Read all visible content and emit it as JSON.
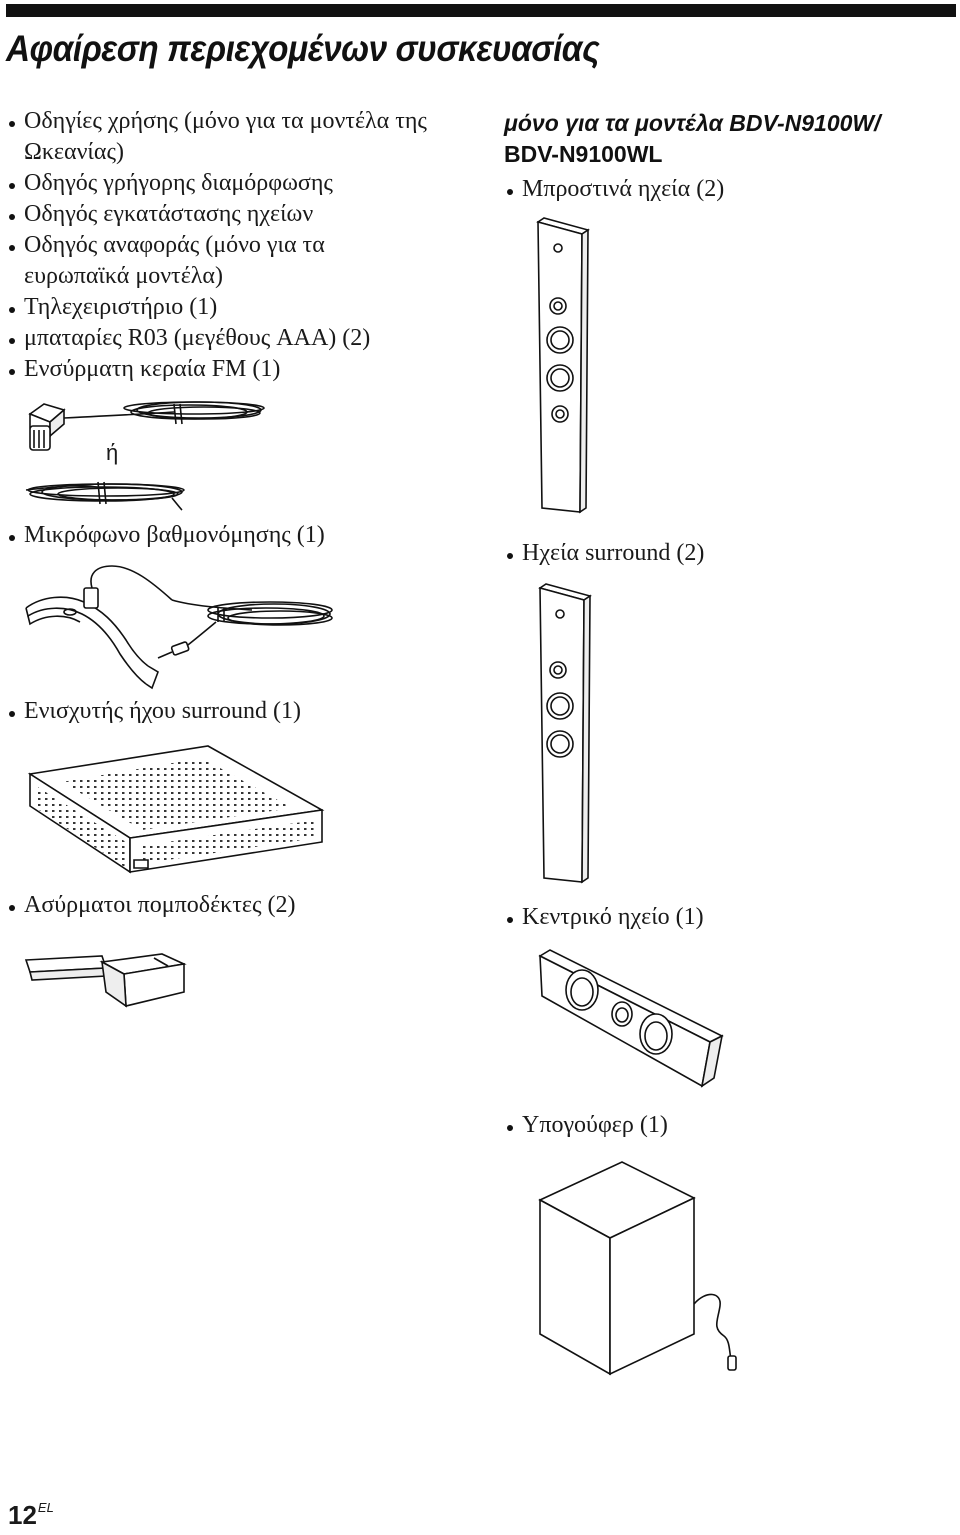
{
  "page": {
    "title": "Αφαίρεση περιεχομένων συσκευασίας",
    "page_number": "12",
    "page_suffix": "EL"
  },
  "left_list": [
    "Οδηγίες χρήσης (μόνο για τα μοντέλα της Ωκεανίας)",
    "Οδηγός γρήγορης διαμόρφωσης",
    "Οδηγός εγκατάστασης ηχείων",
    "Οδηγός αναφοράς (μόνο για τα ευρωπαϊκά μοντέλα)",
    "Τηλεχειριστήριο (1)",
    "μπαταρίες R03 (μεγέθους AAA) (2)",
    "Ενσύρματη κεραία FM (1)"
  ],
  "or_text": "ή",
  "items": {
    "microphone": "Μικρόφωνο βαθμονόμησης (1)",
    "amplifier": "Ενισχυτής ήχου surround (1)",
    "transceivers": "Ασύρματοι πομποδέκτες (2)",
    "front_speakers": "Μπροστινά ηχεία (2)",
    "surround_speakers": "Ηχεία surround (2)",
    "center_speaker": "Κεντρικό ηχείο (1)",
    "subwoofer": "Υπογούφερ (1)"
  },
  "model_heading": {
    "line1": "μόνο για τα μοντέλα BDV-N9100W/",
    "line2": "BDV-N9100WL"
  },
  "icons": [
    "fm-antenna-icon",
    "fm-antenna-wire-icon",
    "calibration-mic-icon",
    "amplifier-icon",
    "wireless-transceiver-icon",
    "front-speaker-icon",
    "surround-speaker-icon",
    "center-speaker-icon",
    "subwoofer-icon"
  ]
}
